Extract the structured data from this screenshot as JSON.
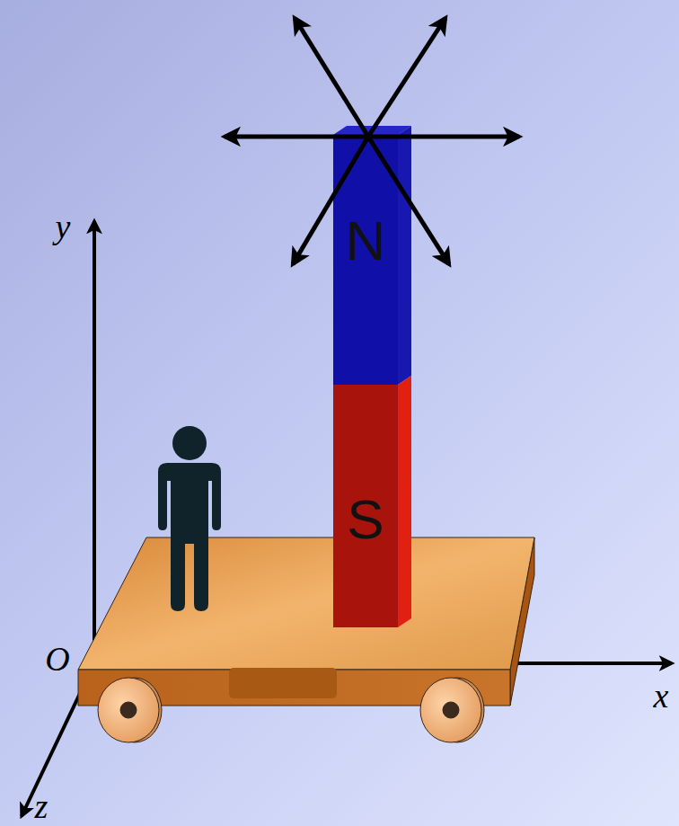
{
  "diagram": {
    "nodes": [
      {
        "text": [
          "N"
        ]
      },
      {
        "text": [
          "S"
        ]
      }
    ],
    "labels": [
      "y",
      "O",
      "x",
      "z"
    ]
  }
}
